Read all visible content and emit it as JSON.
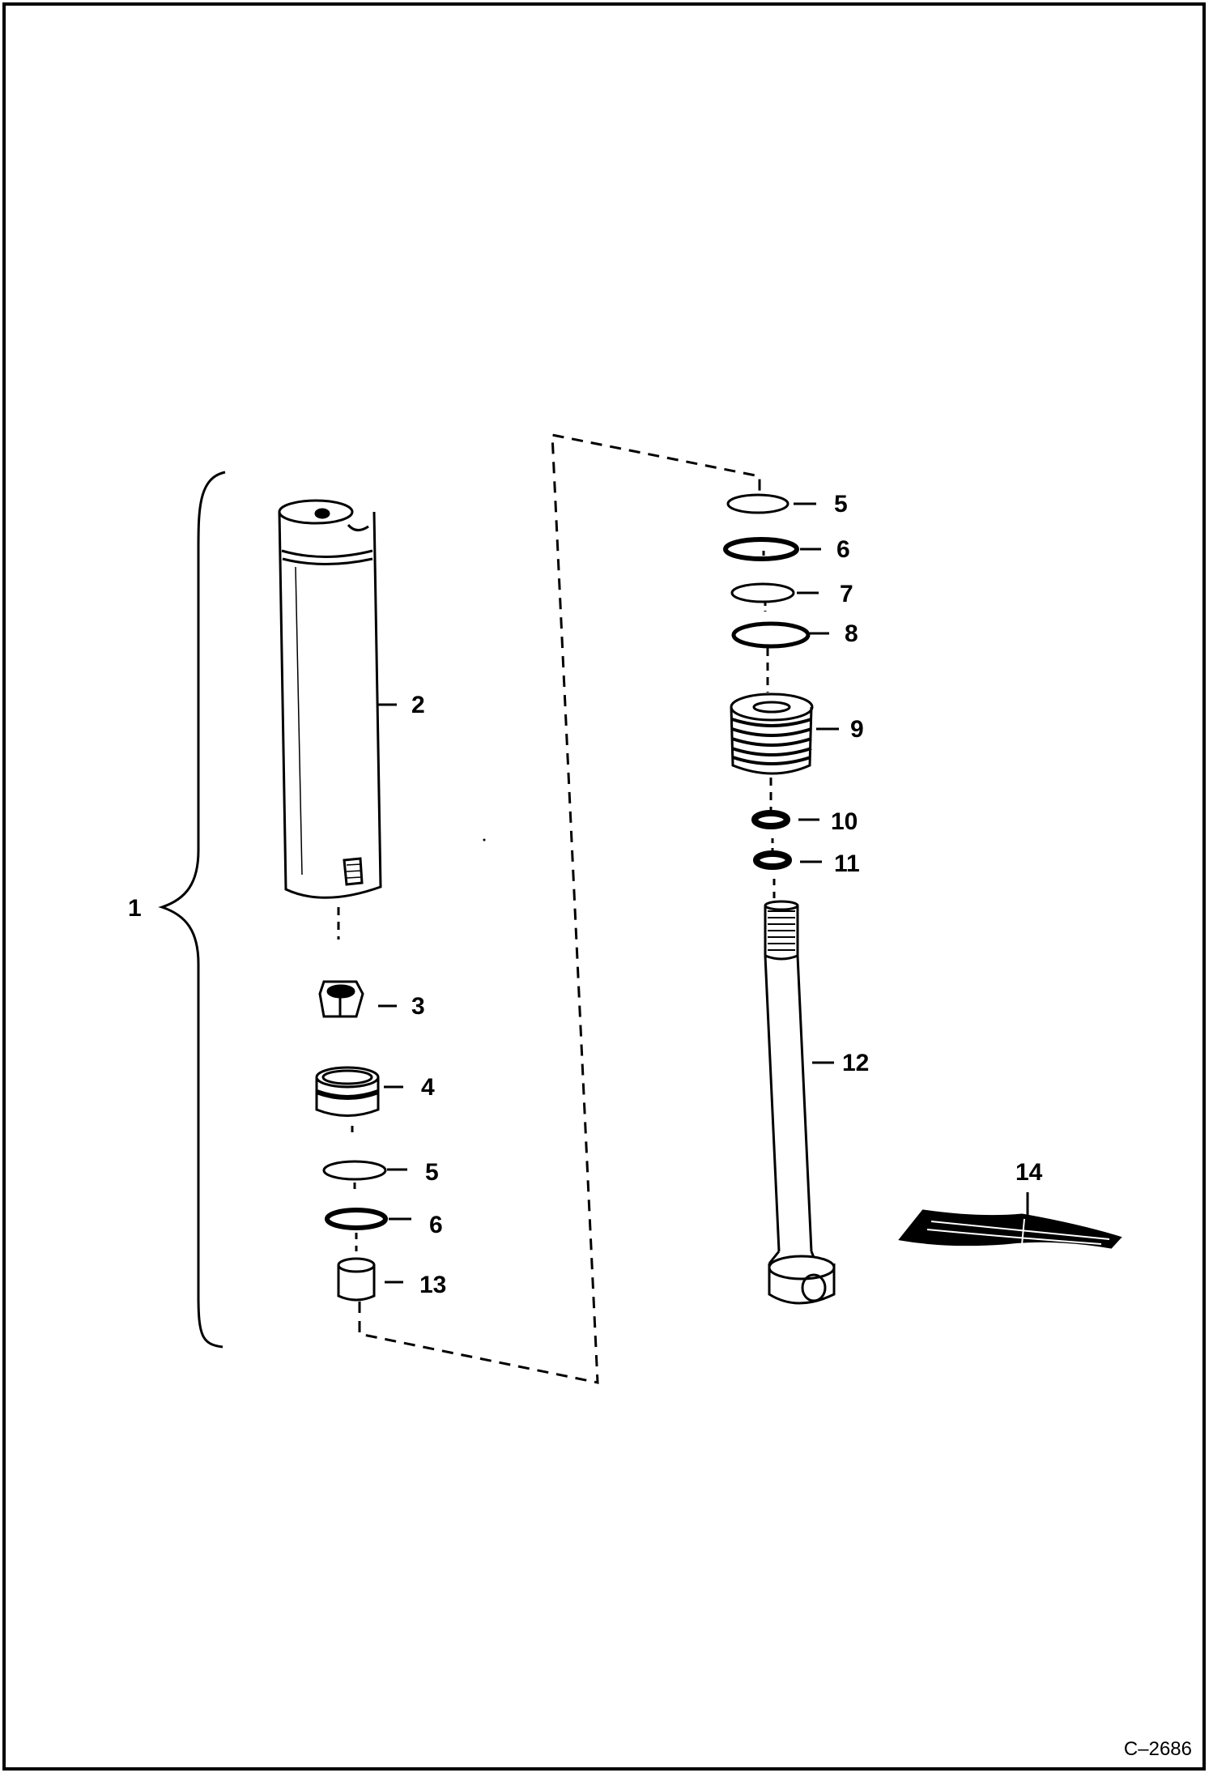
{
  "callouts": {
    "c1": "1",
    "c2": "2",
    "c3": "3",
    "c4": "4",
    "c5_left": "5",
    "c6_left": "6",
    "c13": "13",
    "c5_right": "5",
    "c6_right": "6",
    "c7": "7",
    "c8": "8",
    "c9": "9",
    "c10": "10",
    "c11": "11",
    "c12": "12",
    "c14": "14"
  },
  "figure_code": "C–2686"
}
